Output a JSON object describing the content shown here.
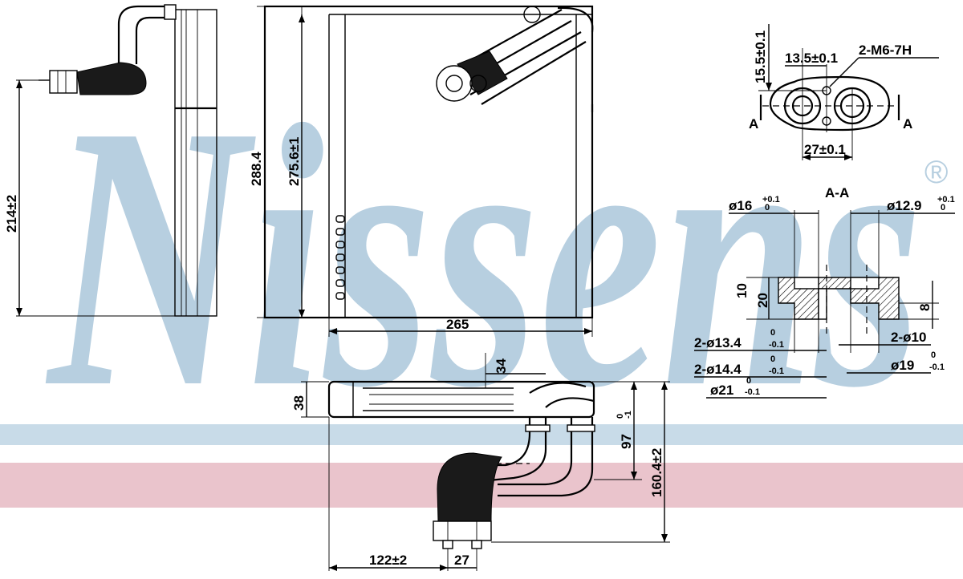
{
  "watermark": {
    "text": "Nissens",
    "registered": "®",
    "bar_colors": {
      "blue": "#c8dbe8",
      "pink": "#eac4cc"
    },
    "text_color": "#b7cfe0"
  },
  "dimensions": {
    "side_height": "214±2",
    "front_height": "288.4",
    "core_height": "275.6±1",
    "width": "265",
    "thickness": "38",
    "pipe_offset": "34",
    "outlet_depth": "97",
    "outlet_tol_top": "0",
    "outlet_tol_bottom": "-1",
    "total_depth": "160.4±2",
    "pipe_pos": "122±2",
    "pipe_width": "27"
  },
  "flange": {
    "height": "15.5±0.1",
    "hole_offset": "13.5±0.1",
    "thread": "2-M6-7H",
    "hole_spacing": "27±0.1",
    "section_left": "A",
    "section_right": "A"
  },
  "section": {
    "title": "A-A",
    "d_left": "ø16",
    "d_left_tol_top": "+0.1",
    "d_left_tol_bottom": "0",
    "d_right": "ø12.9",
    "d_right_tol_top": "+0.1",
    "d_right_tol_bottom": "0",
    "depth_10": "10",
    "depth_20": "20",
    "depth_8": "8",
    "bore_1": "2-ø13.4",
    "bore_1_tol_top": "0",
    "bore_1_tol_bottom": "-0.1",
    "bore_2": "2-ø14.4",
    "bore_2_tol_top": "0",
    "bore_2_tol_bottom": "-0.1",
    "outer": "ø21",
    "outer_tol_top": "0",
    "outer_tol_bottom": "-0.1",
    "bore_3": "2-ø10",
    "outer_2": "ø19",
    "outer_2_tol_top": "0",
    "outer_2_tol_bottom": "-0.1"
  }
}
